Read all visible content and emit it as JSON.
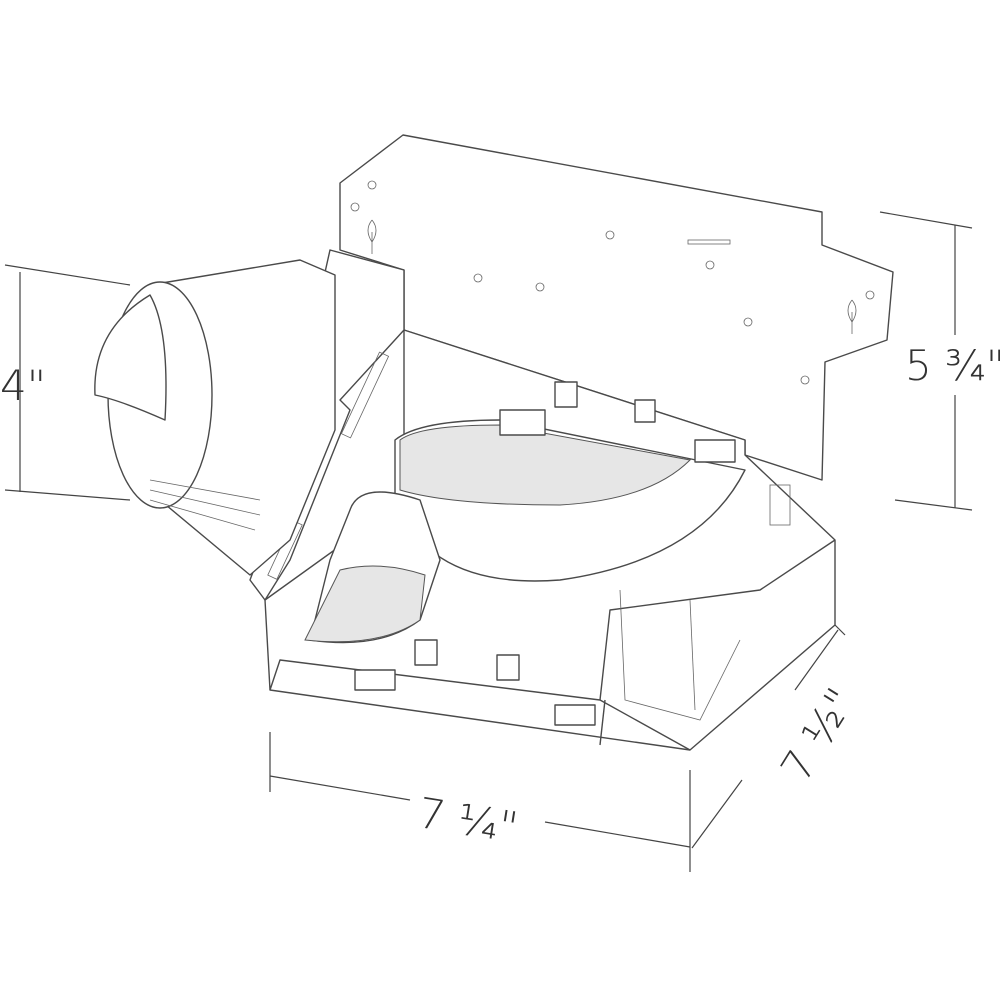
{
  "dimensions": {
    "duct_diameter": "4\"",
    "height": "5 ¾\"",
    "width": "7 ¼\"",
    "depth": "7 ½\""
  },
  "colors": {
    "line": "#4a4a4a",
    "background": "#ffffff"
  }
}
